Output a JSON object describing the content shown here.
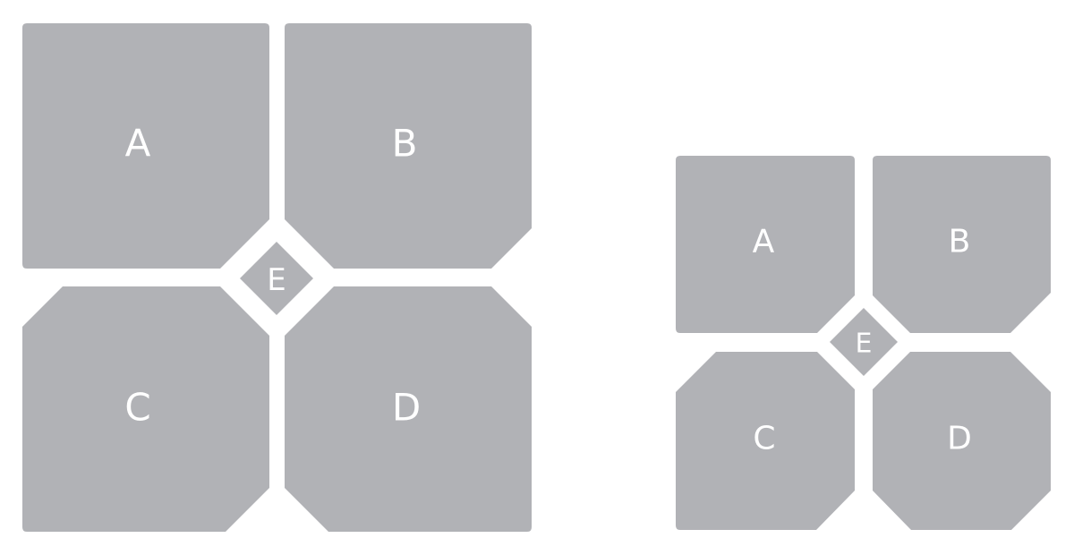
{
  "colors": {
    "tile_fill": "#b1b2b6",
    "label_color": "#ffffff",
    "background": "#ffffff"
  },
  "diagrams": [
    {
      "labels": {
        "a": "A",
        "b": "B",
        "c": "C",
        "d": "D",
        "e": "E"
      }
    },
    {
      "labels": {
        "a": "A",
        "b": "B",
        "c": "C",
        "d": "D",
        "e": "E"
      }
    }
  ]
}
